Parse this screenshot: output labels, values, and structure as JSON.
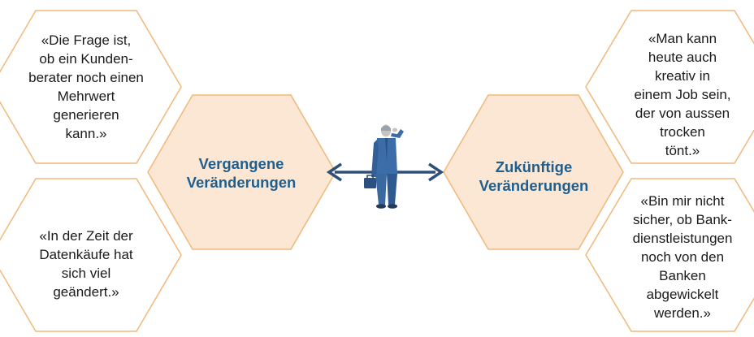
{
  "colors": {
    "hex_outline": "#f0b87a",
    "center_fill": "#fbe7d3",
    "center_text": "#1f5f8f",
    "arrow": "#2e4f78",
    "figure_suit": "#3d6da8"
  },
  "center": {
    "left_label": "Vergangene\nVeränderungen",
    "right_label": "Zukünftige\nVeränderungen"
  },
  "quotes": {
    "top_left": "«Die Frage ist,\nob ein Kunden-\nberater noch einen\nMehrwert\ngenerieren\nkann.»",
    "bottom_left": "«In der Zeit der\nDatenkäufe hat\nsich viel\ngeändert.»",
    "top_right": "«Man kann\nheute auch\nkreativ in\neinem Job sein,\nder von aussen\ntrocken\ntönt.»",
    "bottom_right": "«Bin mir nicht\nsicher, ob Bank-\ndienstleistungen\nnoch von den\nBanken\nabgewickelt\nwerden.»"
  },
  "icons": {
    "figure": "businessman-looking-ahead-icon",
    "arrow": "double-headed-arrow-icon"
  }
}
